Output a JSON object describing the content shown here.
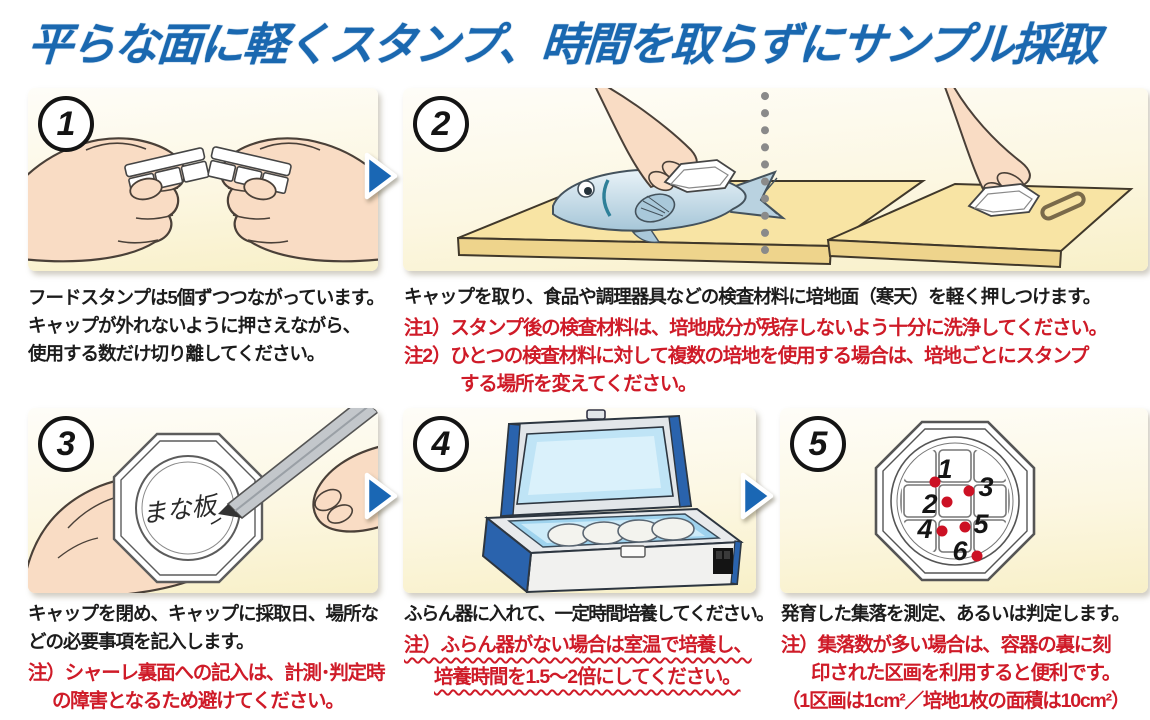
{
  "title": "平らな面に軽くスタンプ、時間を取らずにサンプル採取",
  "colors": {
    "title_blue": "#1a68b0",
    "note_red": "#cf1b28",
    "arrow_blue": "#1a67b4",
    "panel_cream": "#f8f0c8",
    "board_yellow": "#f7e2a2",
    "fish_blue": "#b9d2e0",
    "skin": "#f9dcc4",
    "incubator_blue": "#2a63ad",
    "colony_dot_red": "#cc1124"
  },
  "steps": [
    {
      "number": "1",
      "caption": [
        "フードスタンプは5個ずつつながっています。",
        "キャップが外れないように押さえながら、",
        "使用する数だけ切り離してください。"
      ],
      "note": []
    },
    {
      "number": "2",
      "caption": [
        "キャップを取り、食品や調理器具などの検査材料に培地面（寒天）を軽く押しつけます。"
      ],
      "note": [
        "注1）スタンプ後の検査材料は、培地成分が残存しないよう十分に洗浄してください。",
        "注2）ひとつの検査材料に対して複数の培地を使用する場合は、培地ごとにスタンプ",
        "する場所を変えてください。"
      ]
    },
    {
      "number": "3",
      "caption": [
        "キャップを閉め、キャップに採取日、場所な",
        "どの必要事項を記入します。"
      ],
      "note": [
        "注）シャーレ裏面への記入は、計測･判定時",
        "の障害となるため避けてください。"
      ]
    },
    {
      "number": "4",
      "caption": [
        "ふらん器に入れて、一定時間培養してください。"
      ],
      "note": [
        "注）ふらん器がない場合は室温で培養し、",
        "培養時間を1.5～2倍にしてください。"
      ]
    },
    {
      "number": "5",
      "caption": [
        "発育した集落を測定、あるいは判定します。"
      ],
      "note": [
        "注）集落数が多い場合は、容器の裏に刻",
        "印された区画を利用すると便利です。",
        "（1区画は1cm²／培地1枚の面積は10cm²）"
      ]
    }
  ],
  "illustrations": {
    "dish_label": "まな板",
    "colony_marks": [
      "1",
      "2",
      "3",
      "4",
      "5",
      "6"
    ]
  }
}
